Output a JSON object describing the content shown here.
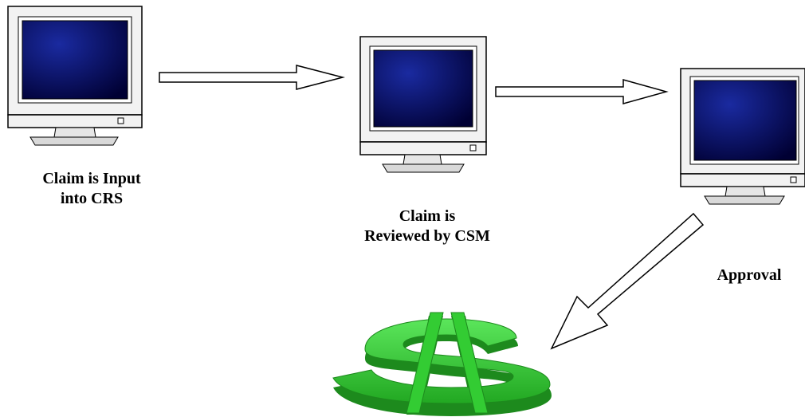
{
  "diagram": {
    "steps": [
      {
        "line1": "Claim is Input",
        "line2": "into CRS"
      },
      {
        "line1": "Claim is",
        "line2": "Reviewed by CSM"
      },
      {
        "line1": "Approval",
        "line2": ""
      }
    ],
    "icons": [
      "computer-monitor-icon",
      "computer-monitor-icon",
      "computer-monitor-icon",
      "dollar-sign-icon"
    ],
    "colors": {
      "screen_dark": "#000033",
      "screen_glow": "#1a2aa0",
      "bezel": "#f2f2f2",
      "outline": "#000000",
      "dollar_green": "#33cc33",
      "dollar_dark": "#1d8a1d"
    }
  }
}
